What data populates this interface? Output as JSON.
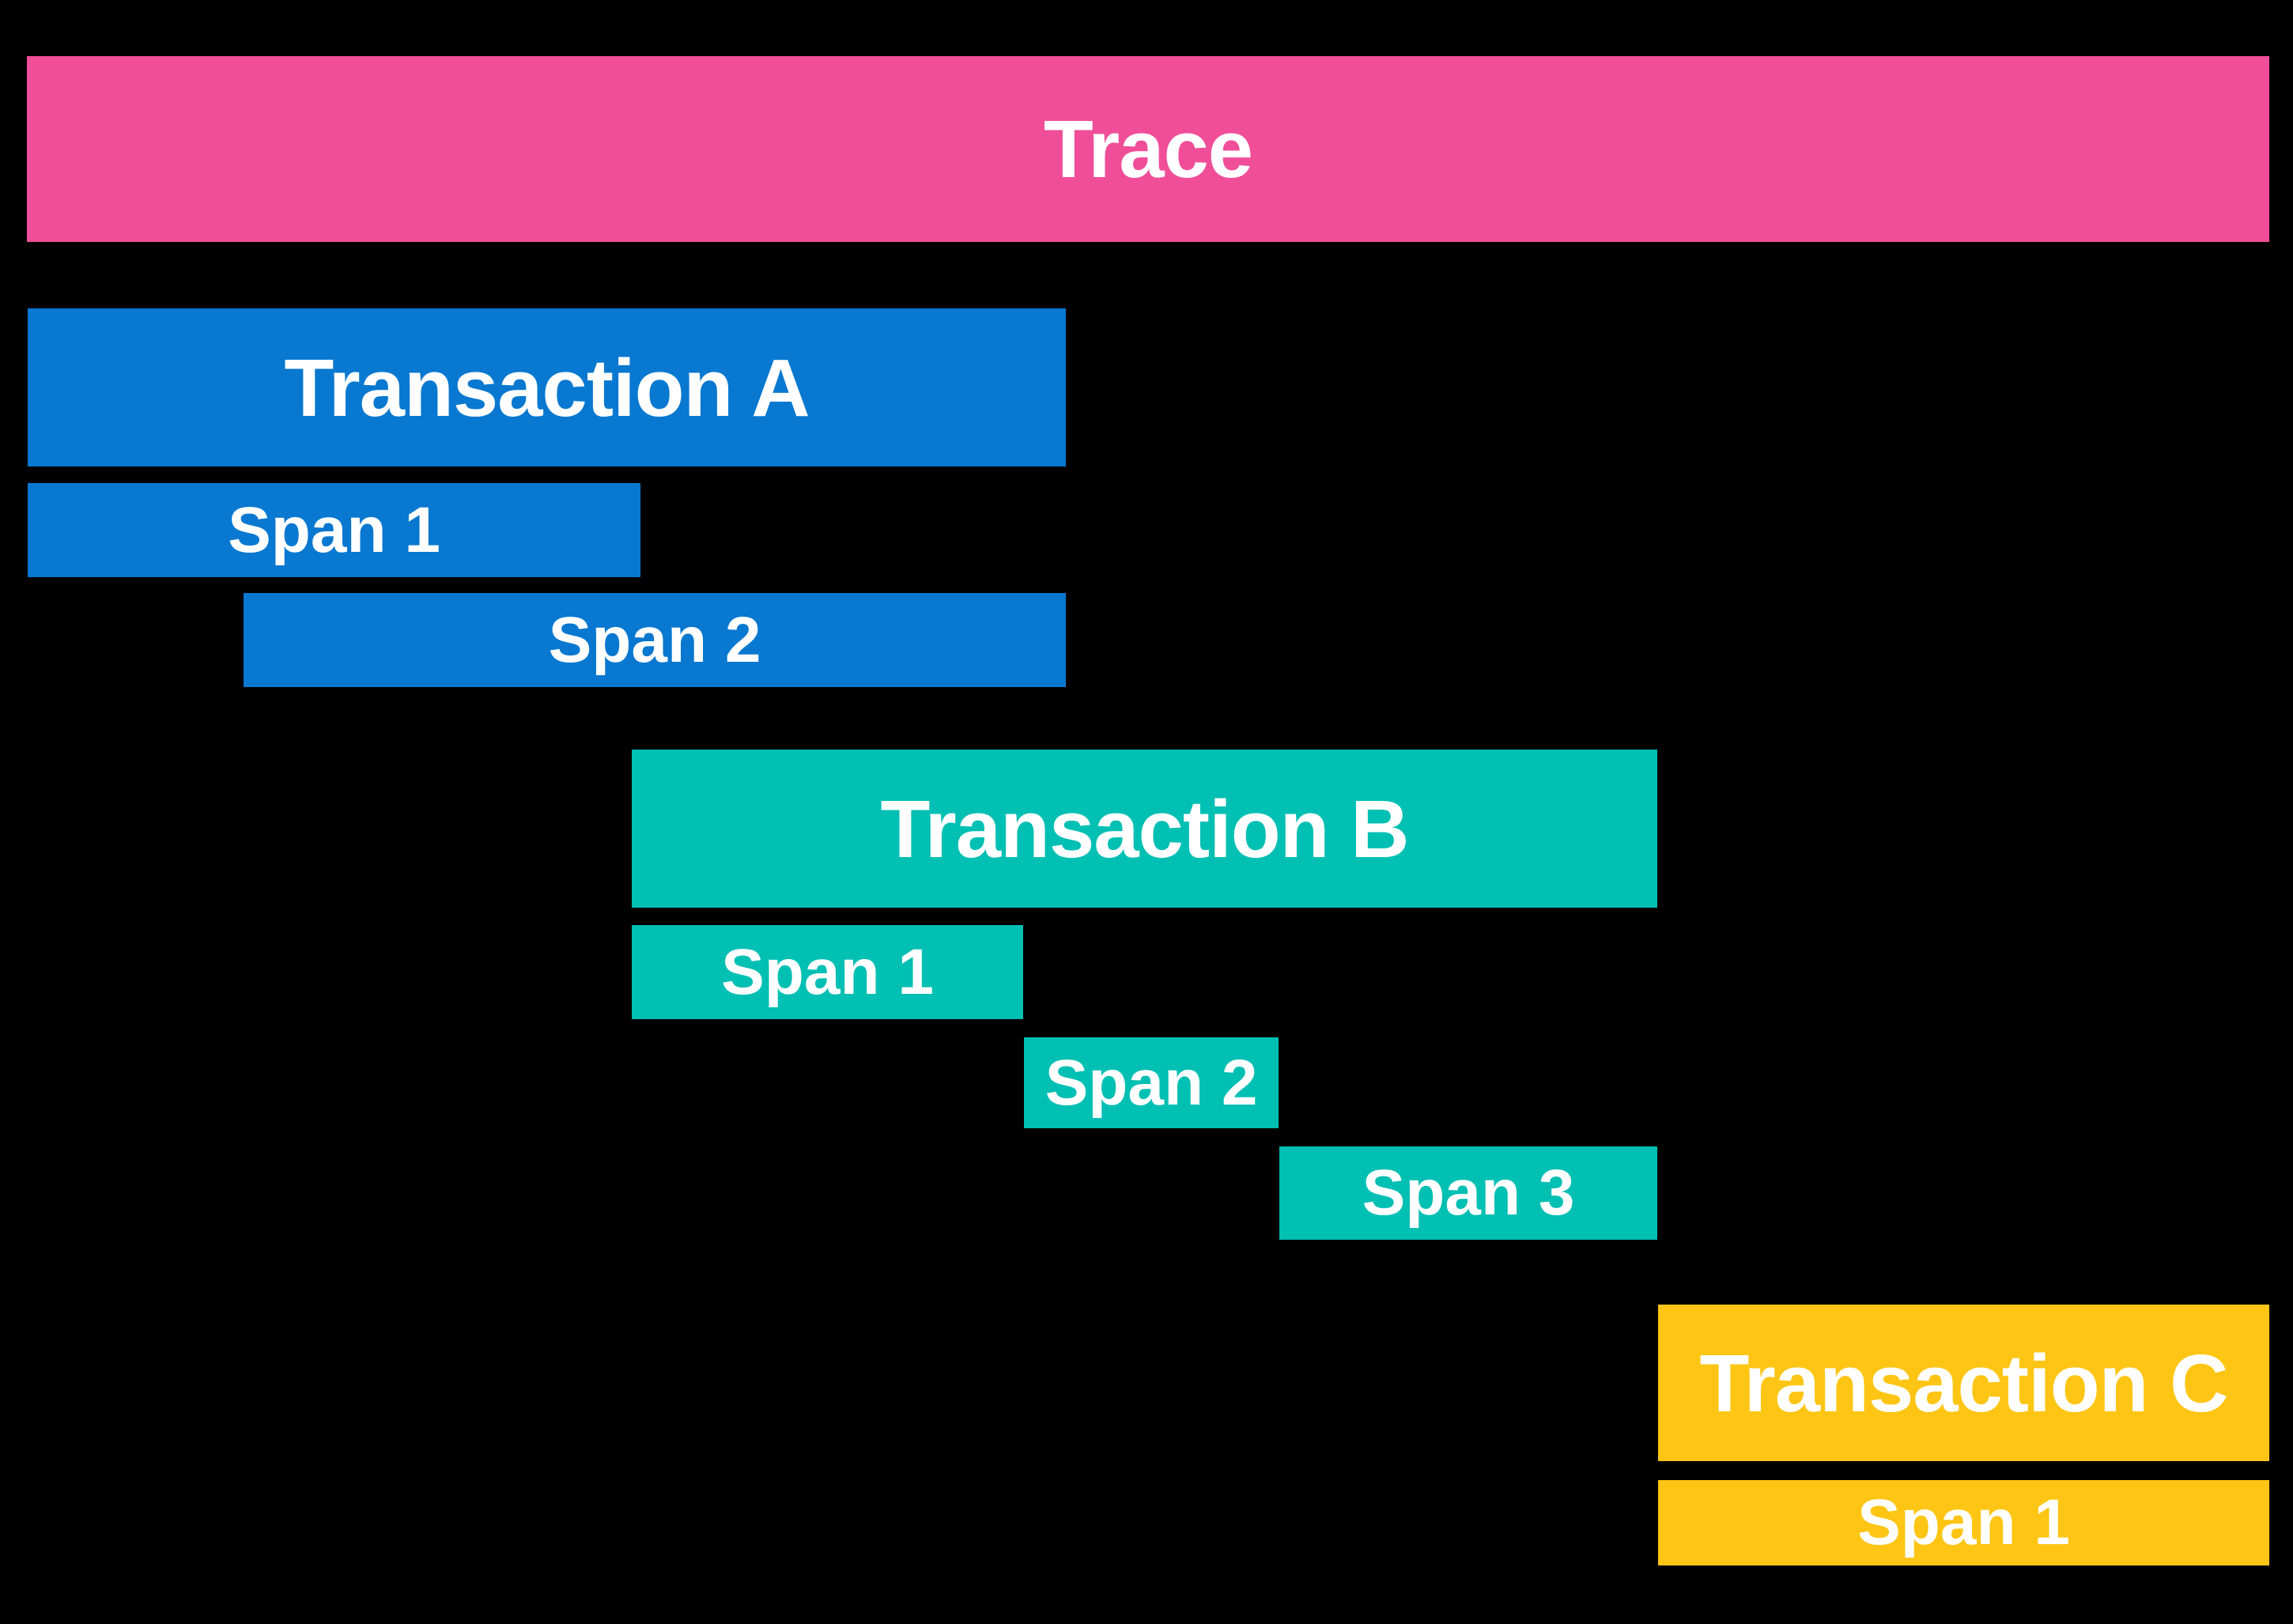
{
  "diagram": {
    "trace": {
      "label": "Trace"
    },
    "groups": [
      {
        "id": "A",
        "transaction": "Transaction A",
        "spans": [
          "Span 1",
          "Span 2"
        ]
      },
      {
        "id": "B",
        "transaction": "Transaction B",
        "spans": [
          "Span 1",
          "Span 2",
          "Span 3"
        ]
      },
      {
        "id": "C",
        "transaction": "Transaction C",
        "spans": [
          "Span 1"
        ]
      }
    ],
    "colors": {
      "background": "#000000",
      "text": "#FFFFFF",
      "trace": "#F04E98",
      "transaction_a": "#0878D0",
      "transaction_b": "#00BFB3",
      "transaction_c": "#FEC514"
    }
  }
}
